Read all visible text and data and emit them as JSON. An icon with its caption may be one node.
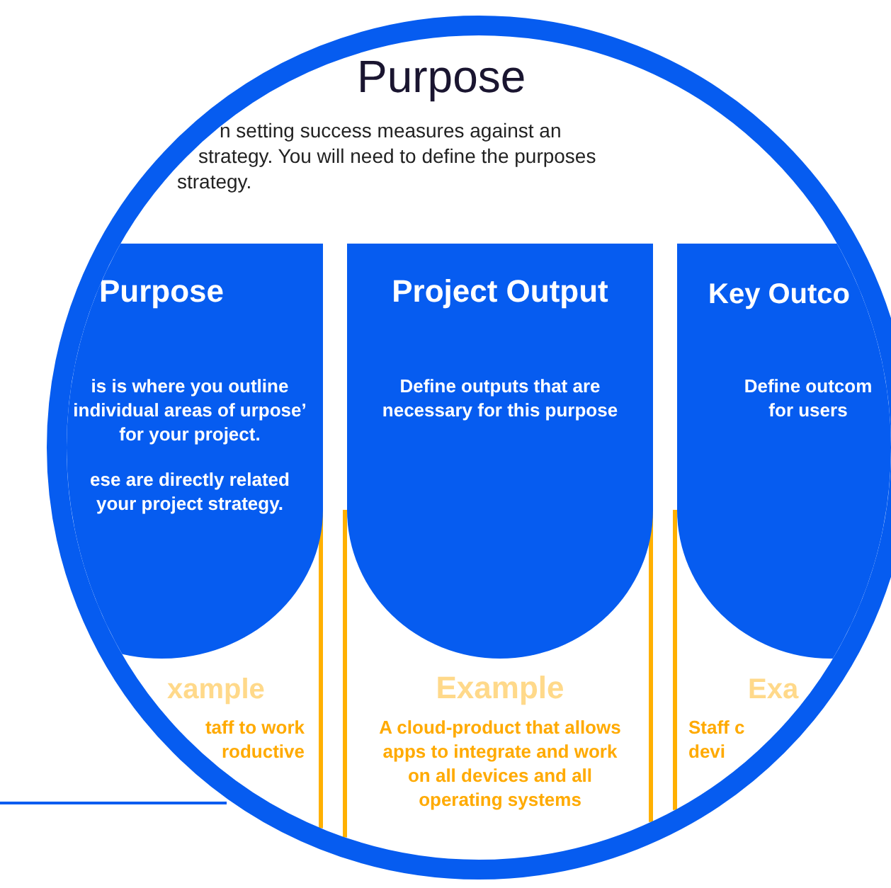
{
  "diagram": {
    "title": "Purpose",
    "nodes": [
      {
        "text": [
          "Purpose",
          "is is where you outline individual areas of urpose’ for your project.",
          "ese are directly related your project strategy."
        ]
      },
      {
        "text": [
          "Project Output",
          "Define outputs that are necessary for this purpose"
        ]
      },
      {
        "text": [
          "Key Outco",
          "Define outcom for users"
        ]
      },
      {
        "text": [
          "xample",
          "taff to work roductive"
        ]
      },
      {
        "text": [
          "Example",
          "A cloud-product that allows apps to integrate and work on all devices and all operating systems"
        ]
      },
      {
        "text": [
          "Exa",
          "Staff c devi"
        ]
      }
    ],
    "labels": [
      "n setting success measures against an",
      "strategy. You will need to define the purposes",
      "strategy."
    ]
  }
}
